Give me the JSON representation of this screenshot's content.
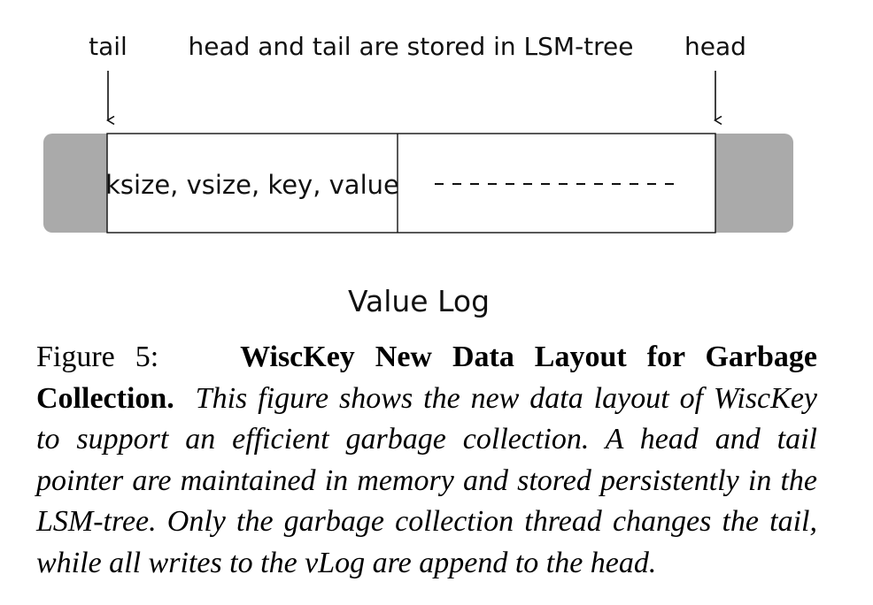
{
  "diagram": {
    "tail_label": "tail",
    "note_label": "head and tail are stored in LSM-tree",
    "head_label": "head",
    "entry_label": "ksize, vsize, key, value",
    "name_label": "Value Log",
    "colors": {
      "used_region": "#aaaaaa",
      "entry_fill": "#ffffff",
      "stroke": "#111111"
    }
  },
  "caption": {
    "figure_label": "Figure 5:",
    "title": "WiscKey New Data Layout for Garbage Collection.",
    "body": "This figure shows the new data layout of WiscKey to support an efficient garbage collection.  A head and tail pointer are maintained in memory and stored persistently in the LSM-tree. Only the garbage collection thread changes the tail, while all writes to the vLog are append to the head."
  }
}
